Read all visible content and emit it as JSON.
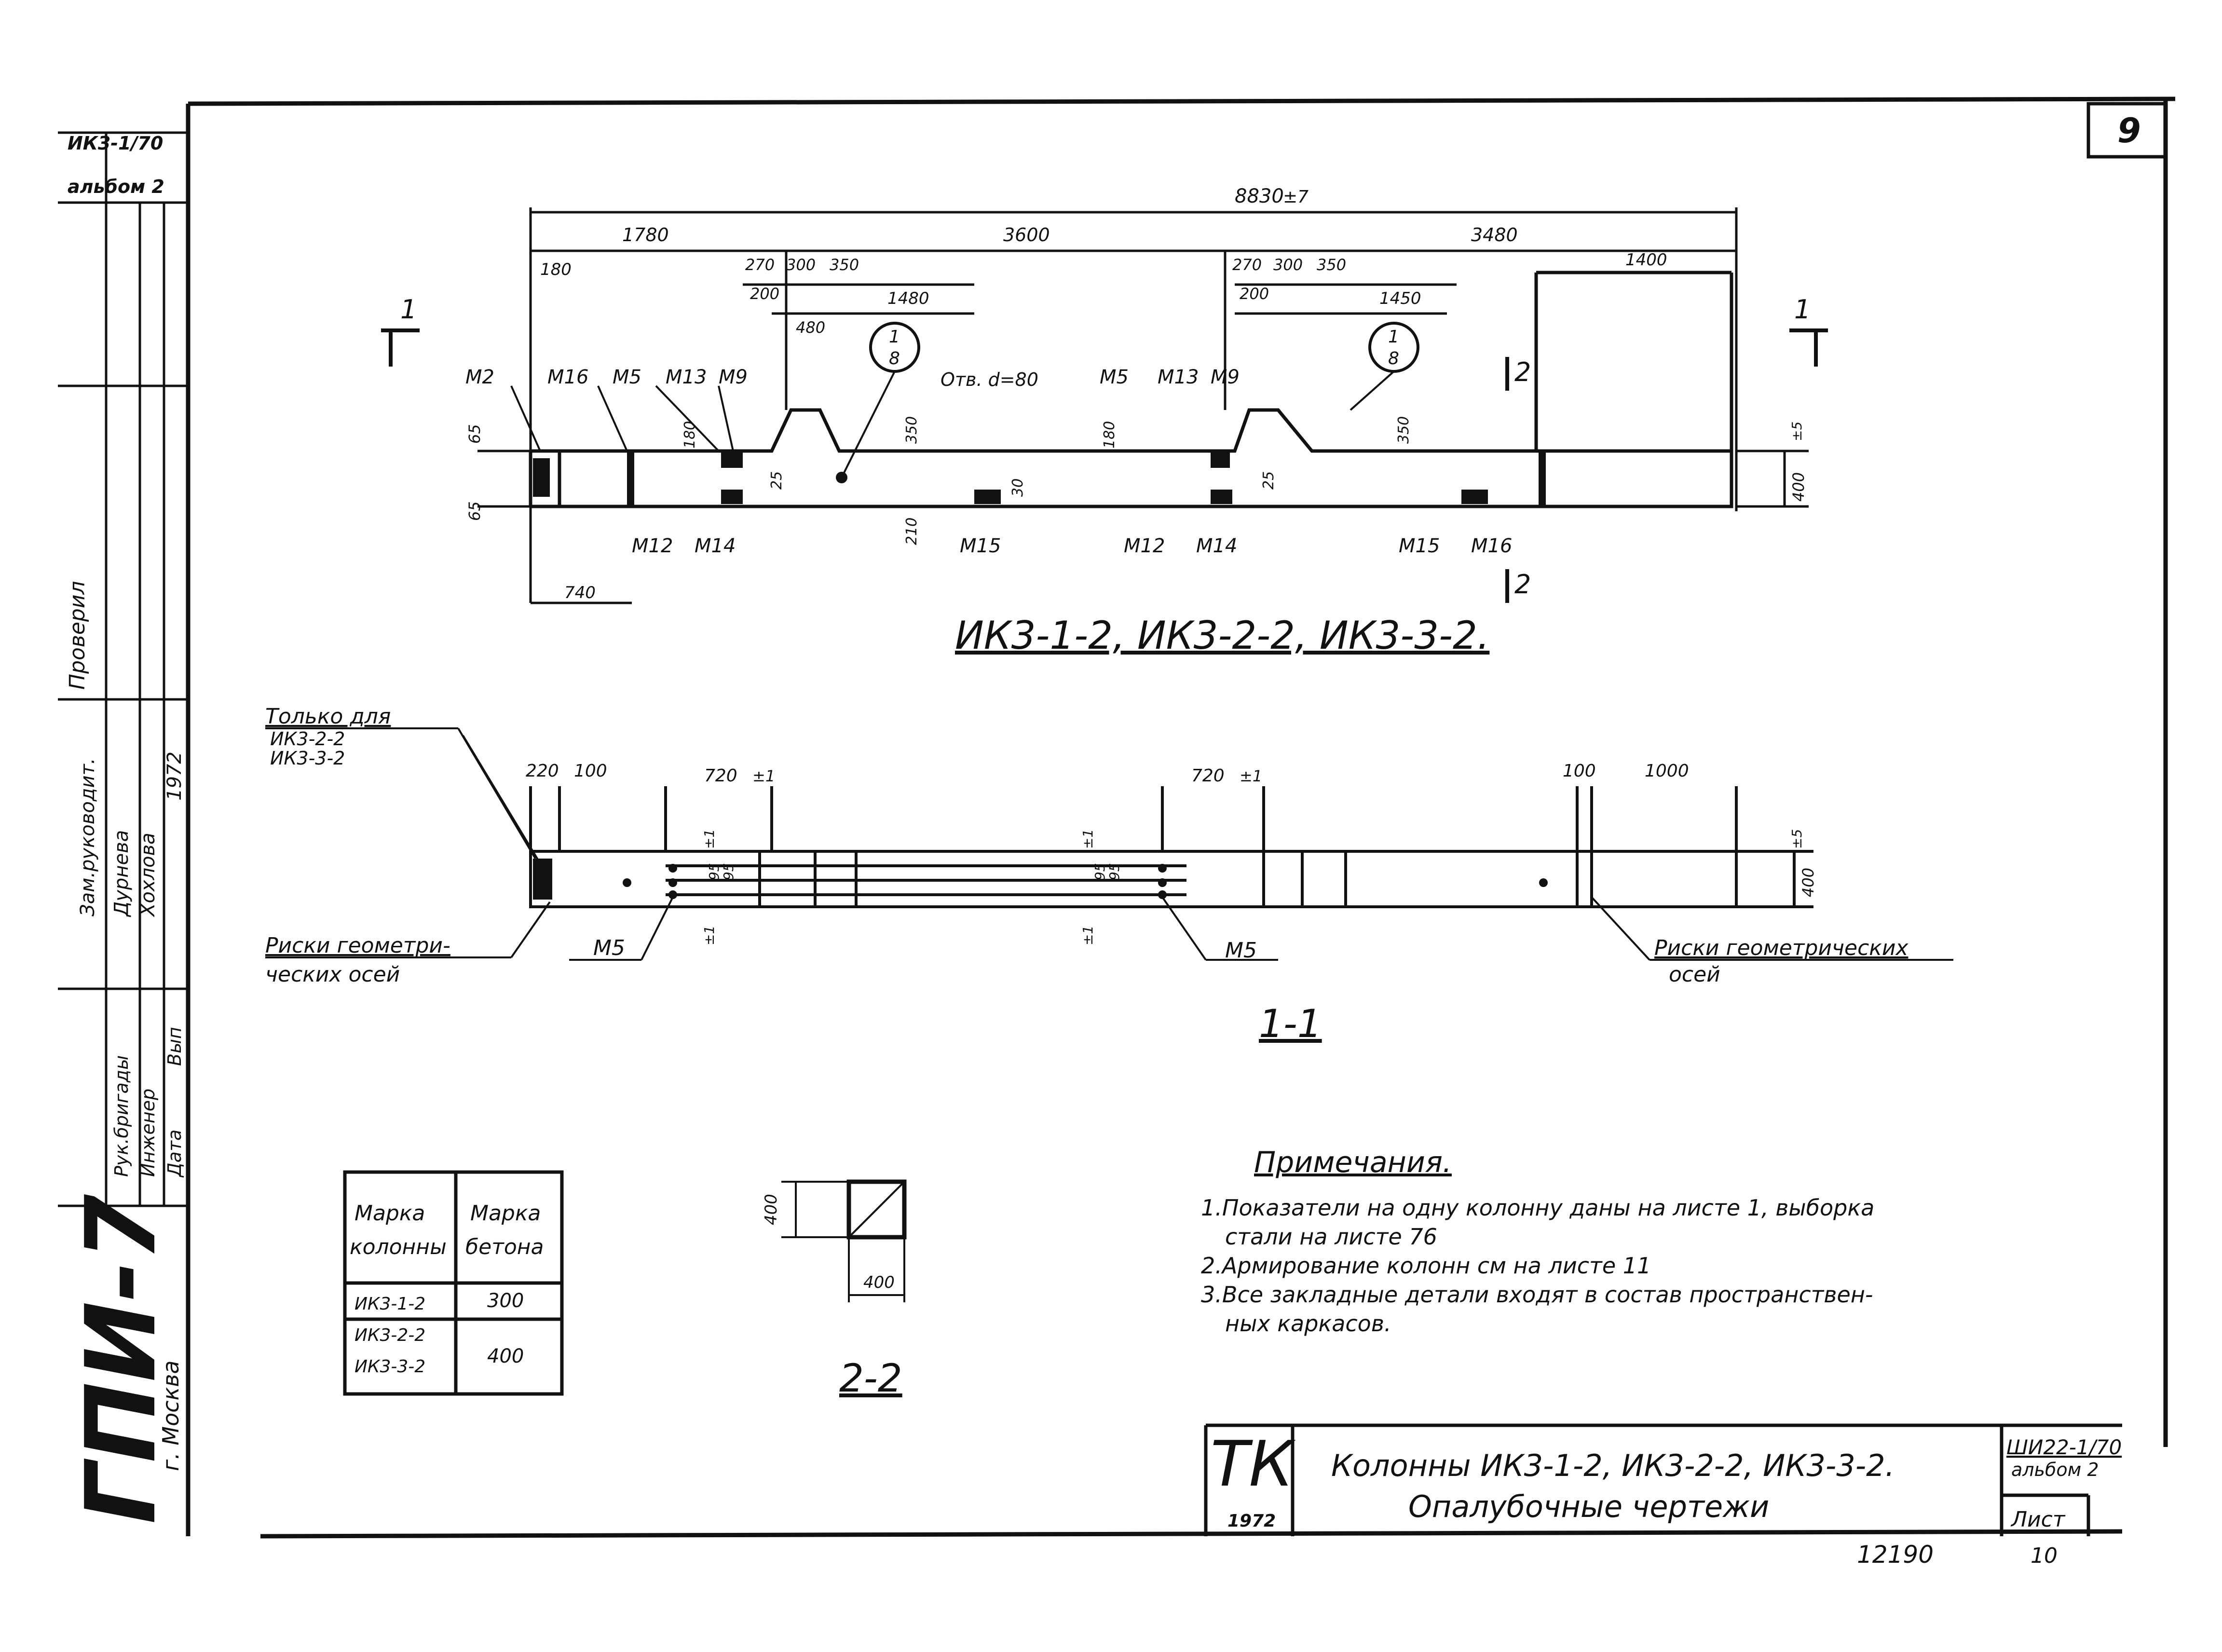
{
  "sheet": {
    "sheet_number": "9",
    "stamp_top": [
      "ИК3-1/70",
      "альбом 2"
    ],
    "side_labels": [
      "Проверил",
      "Зам.руководит.",
      "Дурнева",
      "Хохлова",
      "1972",
      "Рук.бригады",
      "Инженер",
      "Дата",
      "Вып"
    ],
    "institute": "ГПИ-7",
    "city": "г. Москва"
  },
  "elevation": {
    "title": "ИК3-1-2, ИК3-2-2, ИК3-3-2.",
    "overall_dim": "8830",
    "overall_tol": "±7",
    "segment_dims": [
      "1780",
      "3600",
      "3480"
    ],
    "top_dims": [
      "180",
      "270",
      "300",
      "350",
      "200",
      "1480",
      "480",
      "270",
      "300",
      "350",
      "200",
      "1450",
      "1400"
    ],
    "side_dims": [
      "65",
      "65",
      "180",
      "350",
      "180",
      "350",
      "400",
      "25",
      "25",
      "210",
      "30",
      "740"
    ],
    "tol_right": "±5",
    "hole_label": "Отв. d=80",
    "section_mark": "1",
    "section_2": "2",
    "node_ref": [
      "1",
      "8"
    ],
    "part_labels_top": [
      "М2",
      "М16",
      "М5",
      "М13",
      "М9",
      "М5",
      "М13",
      "М9"
    ],
    "part_labels_bottom": [
      "М12",
      "М14",
      "М15",
      "М12",
      "М14",
      "М15",
      "М16"
    ]
  },
  "section_1_1": {
    "title": "1-1",
    "note_only_for": [
      "Только для",
      "ИК3-2-2",
      "ИК3-3-2"
    ],
    "dims": [
      "220",
      "100",
      "720",
      "720",
      "100",
      "1000",
      "400",
      "95",
      "95",
      "95",
      "95"
    ],
    "tol": [
      "±1",
      "±1",
      "±1",
      "±1",
      "±1",
      "±1",
      "±5"
    ],
    "marks_label_left": [
      "Риски геометри-",
      "ческих осей"
    ],
    "marks_label_right": [
      "Риски геометрических",
      "осей"
    ],
    "part_labels": [
      "М5",
      "М5"
    ]
  },
  "section_2_2": {
    "title": "2-2",
    "dims": [
      "400",
      "400"
    ]
  },
  "concrete_table": {
    "headers": [
      "Марка колонны",
      "Марка бетона"
    ],
    "rows": [
      {
        "column": "ИК3-1-2",
        "concrete": "300"
      },
      {
        "column": "ИК3-2-2",
        "concrete": "400"
      },
      {
        "column": "ИК3-3-2",
        "concrete": ""
      }
    ]
  },
  "notes": {
    "title": "Примечания.",
    "lines": [
      "1.Показатели на одну колонну даны на листе 1, выборка",
      "стали на листе 76",
      "2.Армирование колонн см на листе 11",
      "3.Все закладные детали входят в состав пространствен-",
      "ных каркасов."
    ]
  },
  "title_block": {
    "logo": "ТК",
    "year": "1972",
    "title_line1": "Колонны ИК3-1-2, ИК3-2-2, ИК3-3-2.",
    "title_line2": "Опалубочные чертежи",
    "code": "ШИ22-1/70",
    "album": "альбом 2",
    "sheet_label": "Лист",
    "sheet_value": "10",
    "doc_number": "12190"
  }
}
